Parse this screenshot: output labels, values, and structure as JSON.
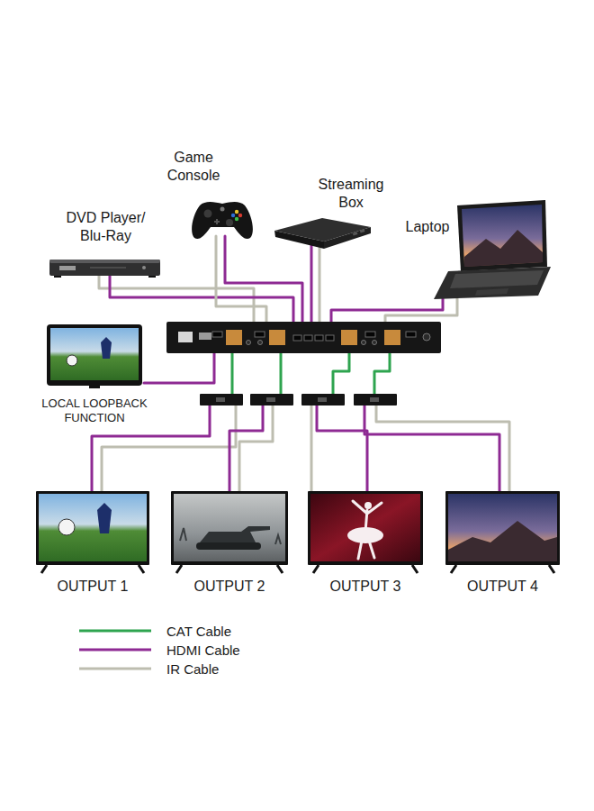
{
  "diagram": {
    "nodes": [
      {
        "text": [
          "DVD Player/ Blu-Ray"
        ]
      },
      {
        "text": [
          "Game Console"
        ]
      },
      {
        "text": [
          "Streaming Box"
        ]
      },
      {
        "text": [
          "Laptop"
        ]
      },
      {
        "text": [
          "LOCAL LOOPBACK FUNCTION"
        ]
      },
      {
        "text": [
          "OUTPUT 1"
        ]
      },
      {
        "text": [
          "OUTPUT 2"
        ]
      },
      {
        "text": [
          "OUTPUT 3"
        ]
      },
      {
        "text": [
          "OUTPUT 4"
        ]
      }
    ],
    "legend": [
      {
        "text": "CAT Cable"
      },
      {
        "text": "HDMI Cable"
      },
      {
        "text": "IR Cable"
      }
    ]
  }
}
